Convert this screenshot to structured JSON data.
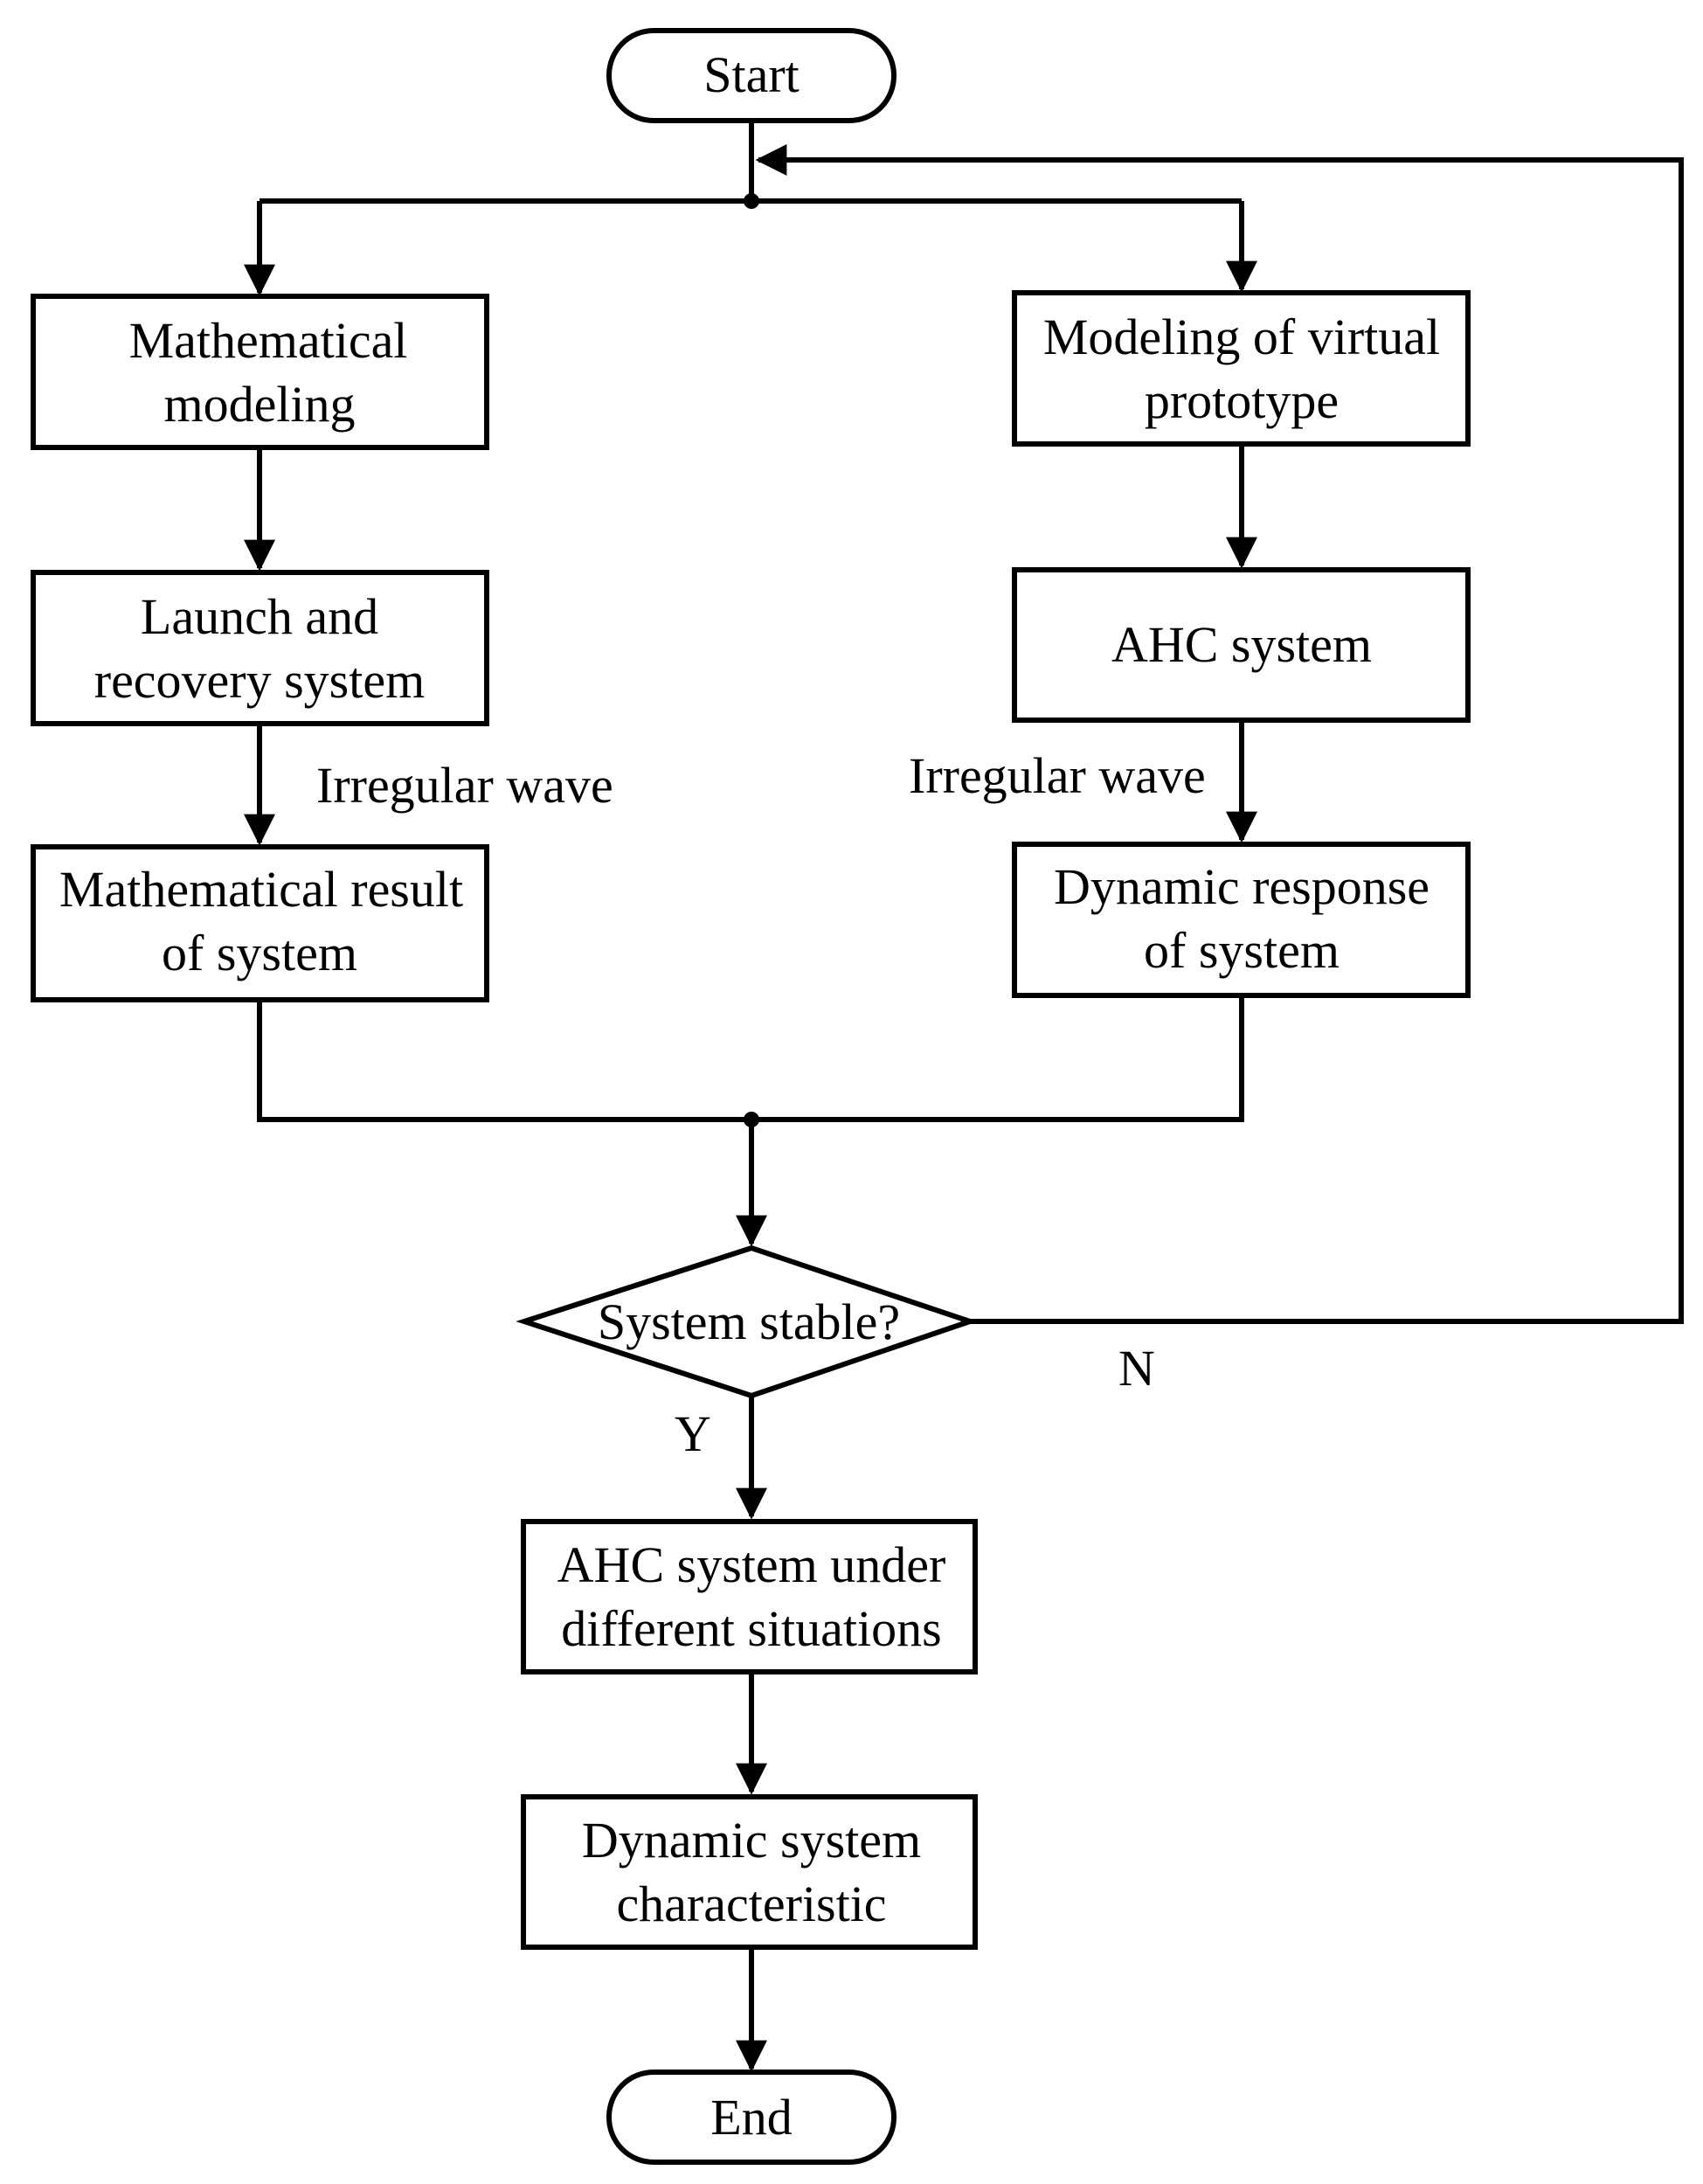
{
  "nodes": {
    "start": "Start",
    "math_modeling": [
      "Mathematical",
      "modeling"
    ],
    "launch_recovery": [
      "Launch and",
      "recovery system"
    ],
    "math_result": [
      "Mathematical result",
      "of system"
    ],
    "virtual_prototype": [
      "Modeling of virtual",
      "prototype"
    ],
    "ahc_system": "AHC system",
    "dynamic_response": [
      "Dynamic response",
      "of system"
    ],
    "decision": "System stable?",
    "ahc_situations": [
      "AHC system under",
      "different situations"
    ],
    "characteristic": [
      "Dynamic system",
      "characteristic"
    ],
    "end": "End"
  },
  "edge_labels": {
    "left_wave": "Irregular wave",
    "right_wave": "Irregular wave",
    "yes": "Y",
    "no": "N"
  }
}
